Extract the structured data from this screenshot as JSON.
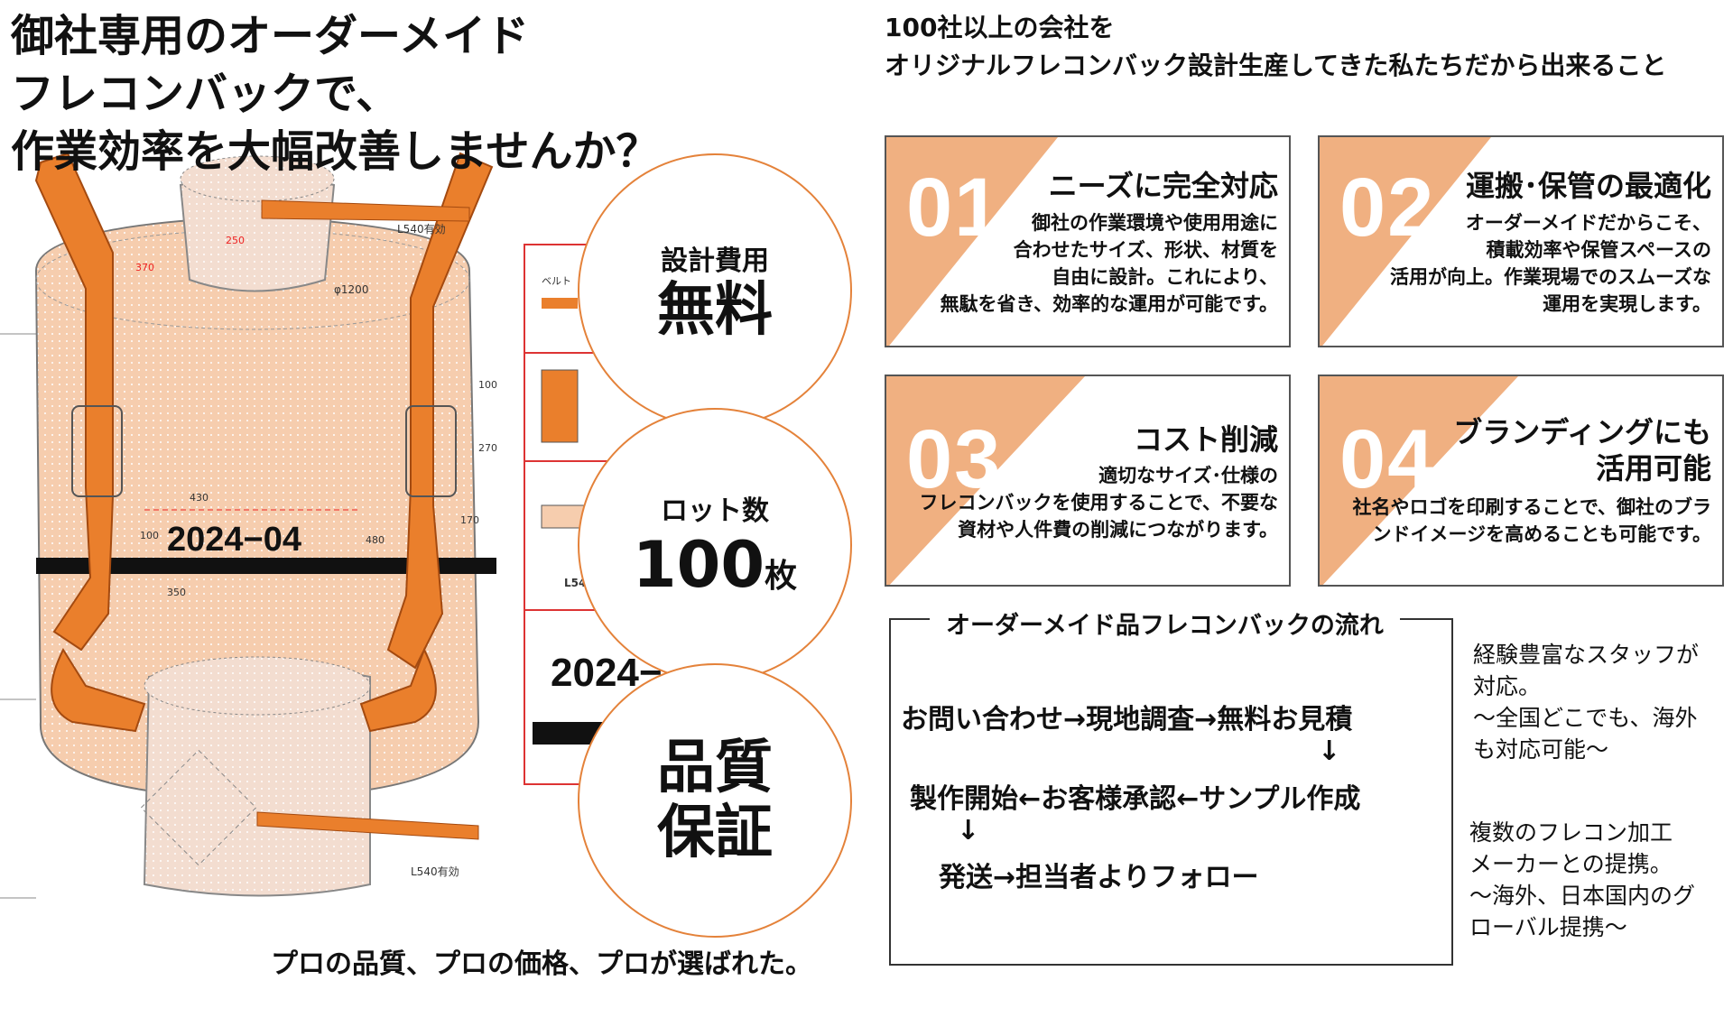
{
  "headline": {
    "line1": "御社専用のオーダーメイド",
    "line2": "フレコンバックで、",
    "line3": "作業効率を大幅改善しませんか？"
  },
  "drawing": {
    "print_mark": "2024−04",
    "print_mark_side": "2024−",
    "annot_phi": "φ1200",
    "annot_l540_a": "L540有効",
    "annot_l540_b": "L540有効",
    "dim_250": "250",
    "dim_370": "370",
    "dim_100": "100",
    "dim_270": "270",
    "dim_430": "430",
    "dim_100b": "100",
    "dim_170": "170",
    "dim_480": "480",
    "dim_350": "350",
    "side_label_belt": "ベルト",
    "side_l54": "L54"
  },
  "badges": {
    "design_label": "設計費用",
    "design_value": "無料",
    "lot_label": "ロット数",
    "lot_value": "100",
    "lot_unit": "枚",
    "quality_line1": "品質",
    "quality_line2": "保証"
  },
  "tagline": "プロの品質、プロの価格、プロが選ばれた。",
  "intro": {
    "line1": "100社以上の会社を",
    "line2": "オリジナルフレコンバック設計生産してきた私たちだから出来ること"
  },
  "cards": [
    {
      "num": "01",
      "title": "ニーズに完全対応",
      "body": [
        "御社の作業環境や使用用途に",
        "合わせたサイズ、形状、材質を",
        "自由に設計。これにより、",
        "無駄を省き、効率的な運用が可能です。"
      ]
    },
    {
      "num": "02",
      "title": "運搬･保管の最適化",
      "body": [
        "オーダーメイドだからこそ、",
        "積載効率や保管スペースの",
        "活用が向上。作業現場でのスムーズな",
        "運用を実現します。"
      ]
    },
    {
      "num": "03",
      "title": "コスト削減",
      "body": [
        "適切なサイズ･仕様の",
        "フレコンバックを使用することで、不要な",
        "資材や人件費の削減につながります。"
      ]
    },
    {
      "num": "04",
      "title_line1": "ブランディングにも",
      "title_line2": "活用可能",
      "body": [
        "社名やロゴを印刷することで、御社のブラ",
        "ンドイメージを高めることも可能です。"
      ]
    }
  ],
  "flow": {
    "title": "オーダーメイド品フレコンバックの流れ",
    "line1": "お問い合わせ→現地調査→無料お見積",
    "arrow1": "↓",
    "line2": "製作開始←お客様承認←サンプル作成",
    "arrow2": "↓",
    "line3": "発送→担当者よりフォロー"
  },
  "notes": {
    "a1": "経験豊富なスタッフが",
    "a2": "対応。",
    "a3": "～全国どこでも、海外",
    "a4": "も対応可能～",
    "b1": "複数のフレコン加工",
    "b2": "メーカーとの提携。",
    "b3": "～海外、日本国内のグ",
    "b4": "ローバル提携～"
  },
  "colors": {
    "accent": "#e4823a",
    "card_triangle": "#f0b081",
    "bag_fill": "#f3c7a3",
    "belt": "#ea7f2c"
  }
}
